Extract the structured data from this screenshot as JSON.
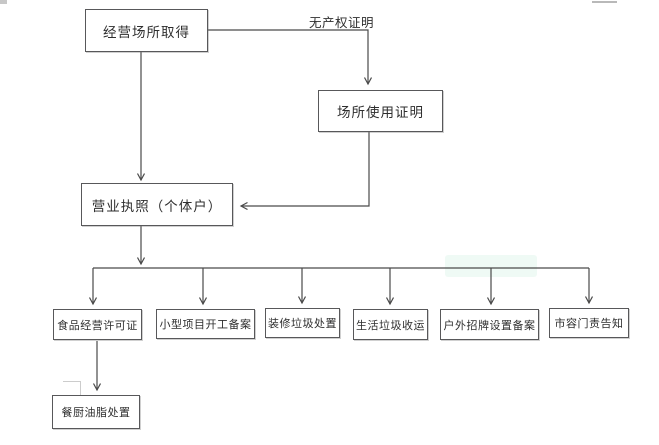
{
  "flowchart": {
    "nodes": {
      "premises": {
        "label": "经营场所取得"
      },
      "usage_proof": {
        "label": "场所使用证明"
      },
      "license": {
        "label": "营业执照（个体户）"
      },
      "food_permit": {
        "label": "食品经营许可证"
      },
      "small_project": {
        "label": "小型项目开工备案"
      },
      "renovation_waste": {
        "label": "装修垃圾处置"
      },
      "household_waste": {
        "label": "生活垃圾收运"
      },
      "outdoor_sign": {
        "label": "户外招牌设置备案"
      },
      "city_notice": {
        "label": "市容门责告知"
      },
      "kitchen_grease": {
        "label": "餐厨油脂处置"
      }
    },
    "edge_labels": {
      "no_property_cert": "无产权证明"
    },
    "colors": {
      "line": "#4a4a4a",
      "box_border": "#58585a",
      "text": "#2e2e2e",
      "background": "#ffffff"
    }
  }
}
